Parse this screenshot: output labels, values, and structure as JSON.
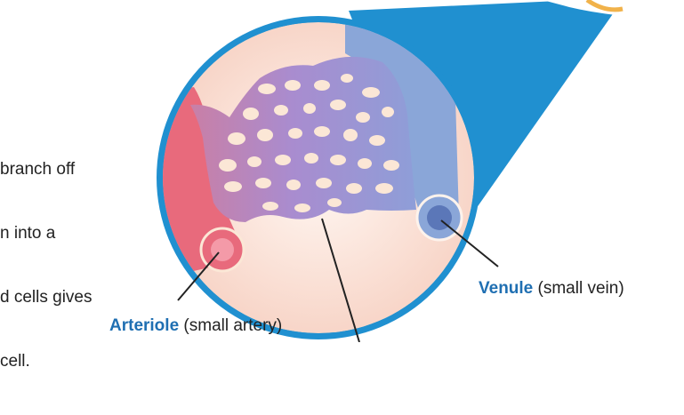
{
  "description_lines": [
    "branch off",
    "n into a",
    "d cells gives",
    "cell."
  ],
  "labels": {
    "venule_term": "Venule",
    "venule_desc": "(small vein)",
    "arteriole_term": "Arteriole",
    "arteriole_desc": "(small artery)"
  },
  "colors": {
    "accent_blue": "#2090d0",
    "term_blue": "#1f6fb2",
    "artery_red": "#e86a7c",
    "vein_blue": "#8aa6d8",
    "capillary_purple": "#a58fd0",
    "cell_cream": "#fbe7d6",
    "circle_bg": "#fde3d6"
  }
}
